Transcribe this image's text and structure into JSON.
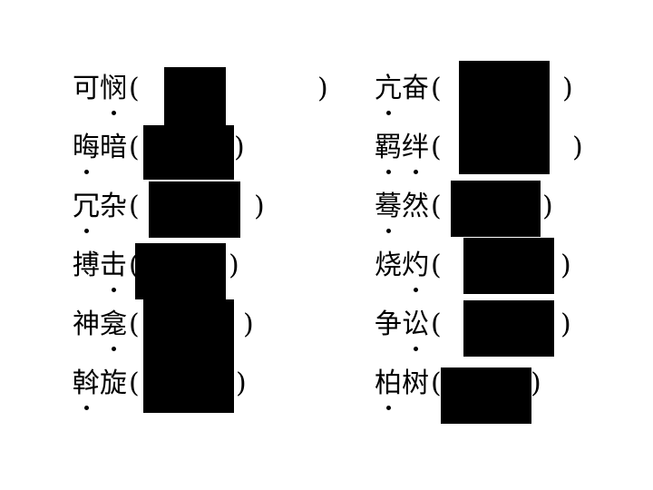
{
  "left_column": [
    {
      "word": "可悯",
      "open": "(",
      "close": ")"
    },
    {
      "word": "晦暗",
      "open": "(",
      "close": ")"
    },
    {
      "word": "冗杂",
      "open": "(",
      "close": ")"
    },
    {
      "word": "搏击",
      "open": "(",
      "close": ")"
    },
    {
      "word": "神龛",
      "open": "(",
      "close": ")"
    },
    {
      "word": "斡旋",
      "open": "(",
      "close": ")"
    }
  ],
  "right_column": [
    {
      "word": "亢奋",
      "open": "(",
      "close": ")"
    },
    {
      "word": "羁绊",
      "open": "(",
      "close": ")"
    },
    {
      "word": "蓦然",
      "open": "(",
      "close": ")"
    },
    {
      "word": "烧灼",
      "open": "(",
      "close": ")"
    },
    {
      "word": "争讼",
      "open": "(",
      "close": ")"
    },
    {
      "word": "柏树",
      "open": "(",
      "close": ")"
    }
  ]
}
